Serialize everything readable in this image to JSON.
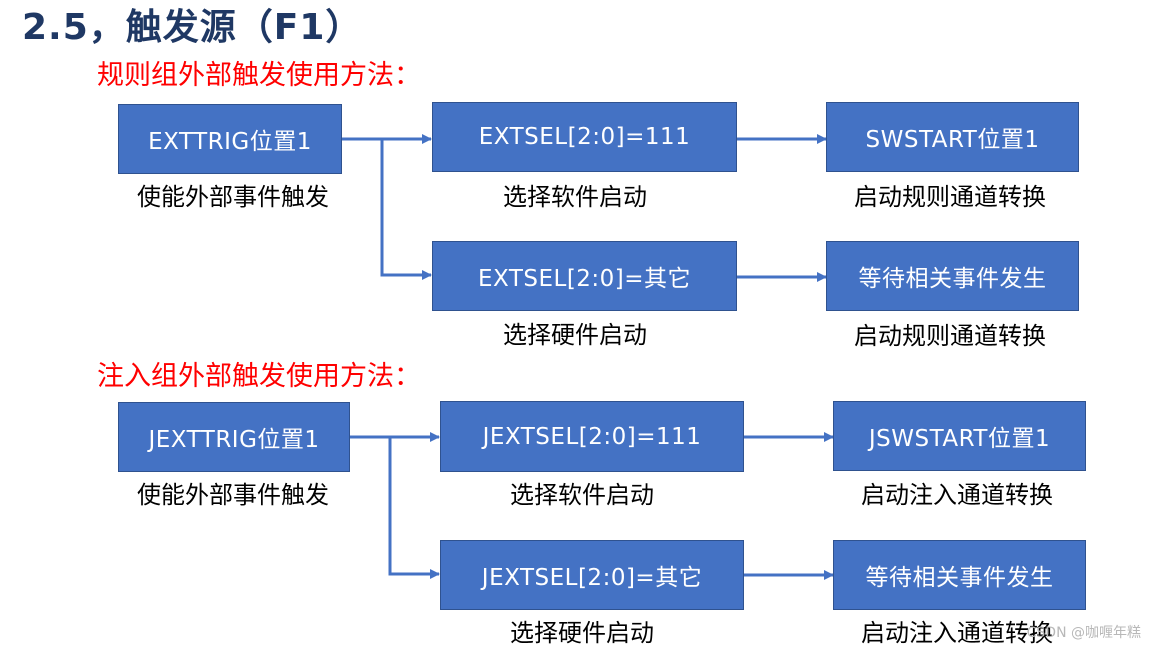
{
  "title": "2.5，触发源（F1）",
  "regular": {
    "heading": "规则组外部触发使用方法：",
    "trigger_box": "EXTTRIG位置1",
    "trigger_caption": "使能外部事件触发",
    "sw_select_box": "EXTSEL[2:0]=111",
    "sw_select_caption": "选择软件启动",
    "sw_start_box": "SWSTART位置1",
    "sw_start_caption": "启动规则通道转换",
    "hw_select_box": "EXTSEL[2:0]=其它",
    "hw_select_caption": "选择硬件启动",
    "hw_wait_box": "等待相关事件发生",
    "hw_wait_caption": "启动规则通道转换"
  },
  "injected": {
    "heading": "注入组外部触发使用方法：",
    "trigger_box": "JEXTTRIG位置1",
    "trigger_caption": "使能外部事件触发",
    "sw_select_box": "JEXTSEL[2:0]=111",
    "sw_select_caption": "选择软件启动",
    "sw_start_box": "JSWSTART位置1",
    "sw_start_caption": "启动注入通道转换",
    "hw_select_box": "JEXTSEL[2:0]=其它",
    "hw_select_caption": "选择硬件启动",
    "hw_wait_box": "等待相关事件发生",
    "hw_wait_caption": "启动注入通道转换"
  },
  "watermark": "CSDN @咖喱年糕",
  "colors": {
    "title": "#1f3864",
    "section_heading": "#ff0000",
    "box_fill": "#4472c4",
    "box_border": "#2f528f",
    "arrow": "#4472c4"
  }
}
